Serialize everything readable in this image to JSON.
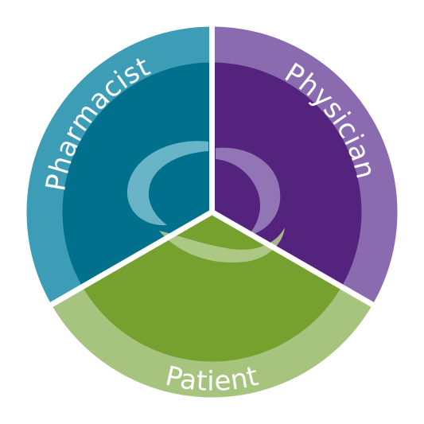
{
  "diagram": {
    "segments": [
      {
        "id": "pharmacist",
        "label": "Pharmacist",
        "outer_color": "#3E9DB6",
        "inner_color": "#00708C",
        "swirl_color": "#7BC0D1"
      },
      {
        "id": "physician",
        "label": "Physician",
        "outer_color": "#8B6BB0",
        "inner_color": "#53237E",
        "swirl_color": "#9C84BF"
      },
      {
        "id": "patient",
        "label": "Patient",
        "outer_color": "#A7C47F",
        "inner_color": "#76A12F",
        "swirl_color": "#B5CF94"
      }
    ],
    "divider_color": "#ffffff",
    "background": "#ffffff"
  }
}
